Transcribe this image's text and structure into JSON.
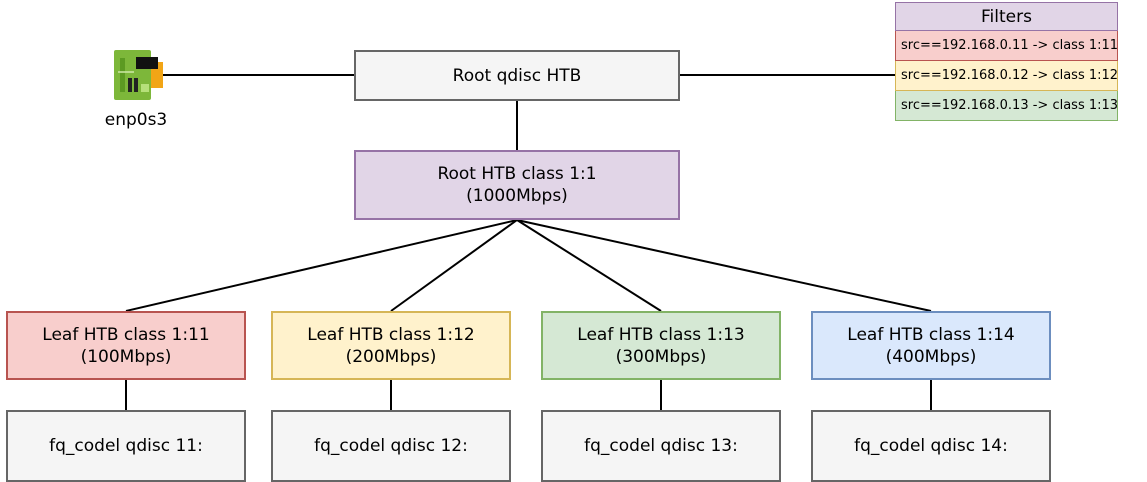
{
  "nic": {
    "label": "enp0s3",
    "icon": "network-card-icon"
  },
  "root_qdisc": {
    "label": "Root qdisc HTB"
  },
  "root_class": {
    "line1": "Root HTB class 1:1",
    "line2": "(1000Mbps)"
  },
  "leaves": [
    {
      "line1": "Leaf HTB class 1:11",
      "line2": "(100Mbps)",
      "fill": "#f8cecc",
      "stroke": "#b85450"
    },
    {
      "line1": "Leaf HTB class 1:12",
      "line2": "(200Mbps)",
      "fill": "#fff2cc",
      "stroke": "#d6b656"
    },
    {
      "line1": "Leaf HTB class 1:13",
      "line2": "(300Mbps)",
      "fill": "#d5e8d4",
      "stroke": "#82b366"
    },
    {
      "line1": "Leaf HTB class 1:14",
      "line2": "(400Mbps)",
      "fill": "#dae8fc",
      "stroke": "#6c8ebf"
    }
  ],
  "qdiscs": [
    {
      "label": "fq_codel qdisc 11:"
    },
    {
      "label": "fq_codel qdisc 12:"
    },
    {
      "label": "fq_codel qdisc 13:"
    },
    {
      "label": "fq_codel qdisc 14:"
    }
  ],
  "filters": {
    "title": "Filters",
    "rows": [
      "src==192.168.0.11 -> class 1:11",
      "src==192.168.0.12 -> class 1:12",
      "src==192.168.0.13 -> class 1:13"
    ]
  }
}
